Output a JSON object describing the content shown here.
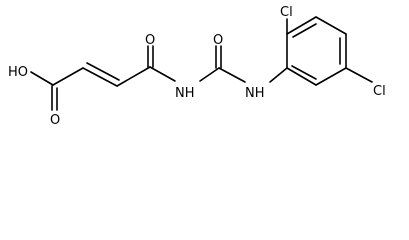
{
  "molecule": {
    "atoms": {
      "hydroxyl": "HO",
      "acid_carbonyl_o": "O",
      "amide_carbonyl_o": "O",
      "imide_nh": "NH",
      "urea_carbonyl_o": "O",
      "aryl_nh": "NH",
      "chlorine_top": "Cl",
      "chlorine_right": "Cl"
    }
  }
}
